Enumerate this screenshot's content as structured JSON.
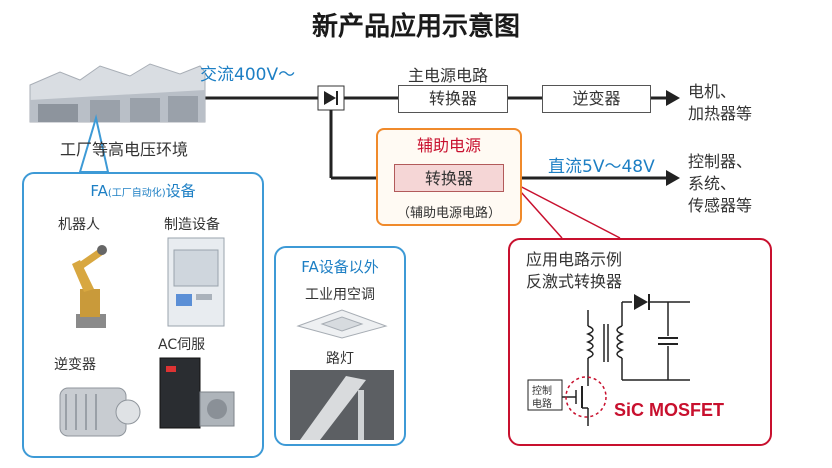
{
  "title": "新产品应用示意图",
  "factory_label": "工厂等高电压环境",
  "ac_label": "交流400V～",
  "main_circuit_label": "主电源电路",
  "converter_label": "转换器",
  "inverter_label": "逆变器",
  "motor_label_1": "电机、",
  "motor_label_2": "加热器等",
  "aux_title": "辅助电源",
  "aux_converter_label": "转换器",
  "aux_sub": "（辅助电源电路）",
  "dc_label": "直流5V～48V",
  "controller_label_1": "控制器、",
  "controller_label_2": "系统、",
  "controller_label_3": "传感器等",
  "fa_panel": {
    "title_main": "FA",
    "title_small": "(工厂自动化)",
    "title_end": "设备",
    "robot": "机器人",
    "manufacturing": "制造设备",
    "inverter": "逆变器",
    "ac_servo": "AC伺服"
  },
  "non_fa_panel": {
    "title": "FA设备以外",
    "aircon": "工业用空调",
    "streetlight": "路灯"
  },
  "example_panel": {
    "title_1": "应用电路示例",
    "title_2": "反激式转换器",
    "control_1": "控制",
    "control_2": "电路",
    "mosfet": "SiC MOSFET"
  }
}
